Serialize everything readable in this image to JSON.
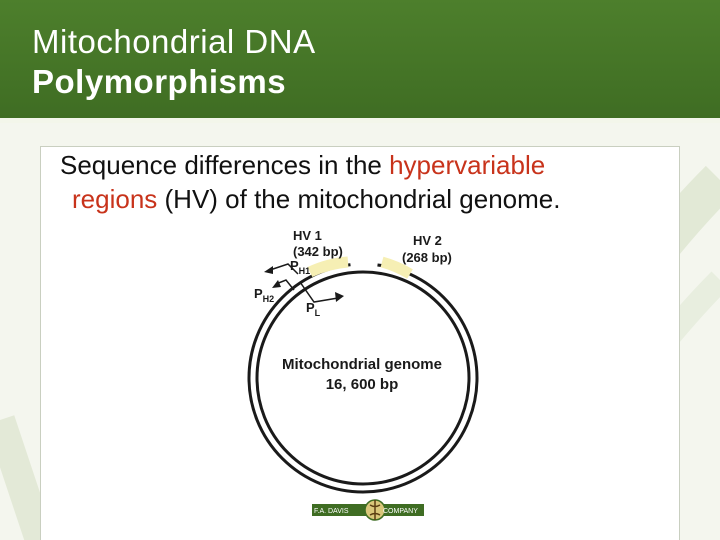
{
  "slide": {
    "title_line1": "Mitochondrial DNA",
    "title_line2": "Polymorphisms",
    "subtitle": {
      "text_a": "Sequence differences in the ",
      "highlight_a": "hypervariable",
      "highlight_b": "regions",
      "text_b": " (HV) of  the mitochondrial genome."
    }
  },
  "diagram": {
    "hv1_name": "HV 1",
    "hv1_size": "(342 bp)",
    "hv2_name": "HV 2",
    "hv2_size": "(268 bp)",
    "ph1": "P",
    "ph1_sub": "H1",
    "ph2": "P",
    "ph2_sub": "H2",
    "pl": "P",
    "pl_sub": "L",
    "genome_title": "Mitochondrial genome",
    "genome_size": "16, 600 bp"
  },
  "logo": {
    "left": "F.A. DAVIS",
    "right": "COMPANY"
  },
  "colors": {
    "title_bar": "#4a7a2a",
    "highlight_text": "#c8331b",
    "hv_region": "#f6efb4"
  }
}
